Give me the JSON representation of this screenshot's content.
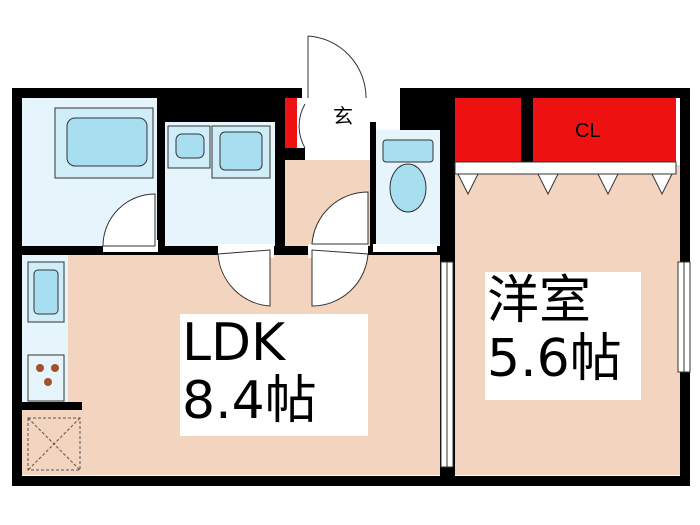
{
  "rooms": {
    "ldk": {
      "name": "LDK",
      "size": "8.4帖"
    },
    "western": {
      "name": "洋室",
      "size": "5.6帖"
    },
    "closet": {
      "label": "CL"
    },
    "entrance": {
      "label": "玄"
    }
  },
  "colors": {
    "floor": "#f2d4bf",
    "wet_area": "#e6f4fb",
    "fixture": "#a8dff0",
    "closet": "#ee1111",
    "wall": "#000000",
    "door": "#ffffff"
  }
}
